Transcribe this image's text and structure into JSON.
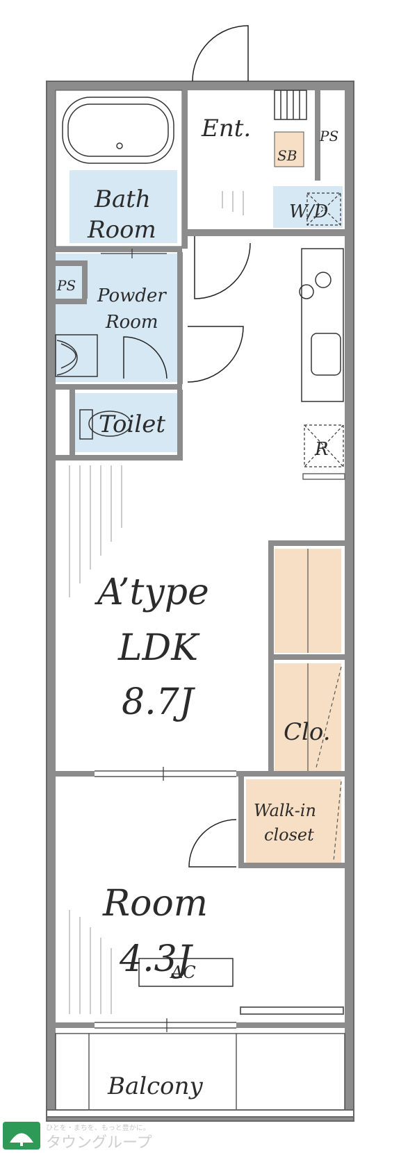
{
  "labels": {
    "entrance": "Ent.",
    "shoe_box": "SB",
    "pipe_space_top": "PS",
    "bathroom_line1": "Bath",
    "bathroom_line2": "Room",
    "washer_dryer": "W/D",
    "pipe_space_left": "PS",
    "powder_room_line1": "Powder",
    "powder_room_line2": "Room",
    "toilet": "Toilet",
    "refrigerator": "R",
    "ldk_line1": "A’type",
    "ldk_line2": "LDK",
    "ldk_line3": "8.7J",
    "closet": "Clo.",
    "walk_in_line1": "Walk-in",
    "walk_in_line2": "closet",
    "room_line1": "Room",
    "room_line2": "4.3J",
    "air_conditioner": "AC",
    "balcony": "Balcony"
  },
  "watermark": {
    "tagline": "ひとを・まちを、もっと豊かに。",
    "brand": "タウングループ"
  },
  "colors": {
    "wall": "#8c8c8c",
    "wall_edge": "#666666",
    "wet_area": "#d6e8f4",
    "storage": "#f6dfc4",
    "line": "#333333",
    "brand_green": "#2e9a57"
  }
}
